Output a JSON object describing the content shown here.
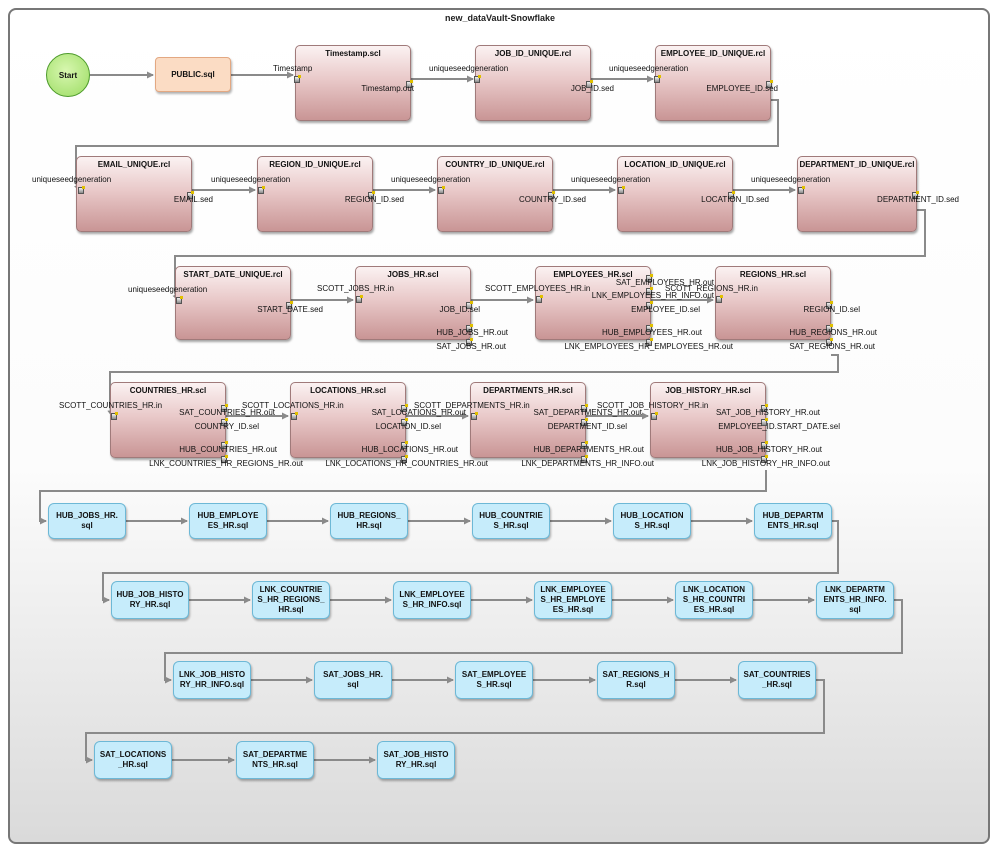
{
  "title": "new_dataVault-Snowflake",
  "start_label": "Start",
  "public_label": "PUBLIC.sql",
  "scl_nodes": [
    {
      "title": "Timestamp.scl",
      "inputs": [
        "Timestamp"
      ],
      "outputs": [
        "Timestamp.out"
      ]
    },
    {
      "title": "JOB_ID_UNIQUE.rcl",
      "inputs": [
        "uniqueseedgeneration"
      ],
      "outputs": [
        "JOB_ID.sed"
      ]
    },
    {
      "title": "EMPLOYEE_ID_UNIQUE.rcl",
      "inputs": [
        "uniqueseedgeneration"
      ],
      "outputs": [
        "EMPLOYEE_ID.sed"
      ]
    },
    {
      "title": "EMAIL_UNIQUE.rcl",
      "inputs": [
        "uniqueseedgeneration"
      ],
      "outputs": [
        "EMAIL.sed"
      ]
    },
    {
      "title": "REGION_ID_UNIQUE.rcl",
      "inputs": [
        "uniqueseedgeneration"
      ],
      "outputs": [
        "REGION_ID.sed"
      ]
    },
    {
      "title": "COUNTRY_ID_UNIQUE.rcl",
      "inputs": [
        "uniqueseedgeneration"
      ],
      "outputs": [
        "COUNTRY_ID.sed"
      ]
    },
    {
      "title": "LOCATION_ID_UNIQUE.rcl",
      "inputs": [
        "uniqueseedgeneration"
      ],
      "outputs": [
        "LOCATION_ID.sed"
      ]
    },
    {
      "title": "DEPARTMENT_ID_UNIQUE.rcl",
      "inputs": [
        "uniqueseedgeneration"
      ],
      "outputs": [
        "DEPARTMENT_ID.sed"
      ]
    },
    {
      "title": "START_DATE_UNIQUE.rcl",
      "inputs": [
        "uniqueseedgeneration"
      ],
      "outputs": [
        "START_DATE.sed"
      ]
    },
    {
      "title": "JOBS_HR.scl",
      "inputs": [
        "SCOTT_JOBS_HR.in"
      ],
      "outputs": [
        "JOB_ID.sel",
        "HUB_JOBS_HR.out",
        "SAT_JOBS_HR.out"
      ]
    },
    {
      "title": "EMPLOYEES_HR.scl",
      "inputs": [
        "SCOTT_EMPLOYEES_HR.in"
      ],
      "outputs": [
        "SAT_EMPLOYEES_HR.out",
        "LNK_EMPLOYEES_HR_INFO.out",
        "EMPLOYEE_ID.sel",
        "HUB_EMPLOYEES_HR.out",
        "LNK_EMPLOYEES_HR_EMPLOYEES_HR.out"
      ]
    },
    {
      "title": "REGIONS_HR.scl",
      "inputs": [
        "SCOTT_REGIONS_HR.in"
      ],
      "outputs": [
        "REGION_ID.sel",
        "HUB_REGIONS_HR.out",
        "SAT_REGIONS_HR.out"
      ]
    },
    {
      "title": "COUNTRIES_HR.scl",
      "inputs": [
        "SCOTT_COUNTRIES_HR.in"
      ],
      "outputs": [
        "SAT_COUNTRIES_HR.out",
        "COUNTRY_ID.sel",
        "HUB_COUNTRIES_HR.out",
        "LNK_COUNTRIES_HR_REGIONS_HR.out"
      ]
    },
    {
      "title": "LOCATIONS_HR.scl",
      "inputs": [
        "SCOTT_LOCATIONS_HR.in"
      ],
      "outputs": [
        "SAT_LOCATIONS_HR.out",
        "LOCATION_ID.sel",
        "HUB_LOCATIONS_HR.out",
        "LNK_LOCATIONS_HR_COUNTRIES_HR.out"
      ]
    },
    {
      "title": "DEPARTMENTS_HR.scl",
      "inputs": [
        "SCOTT_DEPARTMENTS_HR.in"
      ],
      "outputs": [
        "SAT_DEPARTMENTS_HR.out",
        "DEPARTMENT_ID.sel",
        "HUB_DEPARTMENTS_HR.out",
        "LNK_DEPARTMENTS_HR_INFO.out"
      ]
    },
    {
      "title": "JOB_HISTORY_HR.scl",
      "inputs": [
        "SCOTT_JOB_HISTORY_HR.in"
      ],
      "outputs": [
        "SAT_JOB_HISTORY_HR.out",
        "EMPLOYEE_ID.START_DATE.sel",
        "HUB_JOB_HISTORY_HR.out",
        "LNK_JOB_HISTORY_HR_INFO.out"
      ]
    }
  ],
  "sql_nodes": [
    "HUB_JOBS_HR.\nsql",
    "HUB_EMPLOYE\nES_HR.sql",
    "HUB_REGIONS_\nHR.sql",
    "HUB_COUNTRIE\nS_HR.sql",
    "HUB_LOCATION\nS_HR.sql",
    "HUB_DEPARTM\nENTS_HR.sql",
    "HUB_JOB_HISTO\nRY_HR.sql",
    "LNK_COUNTRIE\nS_HR_REGIONS_\nHR.sql",
    "LNK_EMPLOYEE\nS_HR_INFO.sql",
    "LNK_EMPLOYEE\nS_HR_EMPLOYE\nES_HR.sql",
    "LNK_LOCATION\nS_HR_COUNTRI\nES_HR.sql",
    "LNK_DEPARTM\nENTS_HR_INFO.\nsql",
    "LNK_JOB_HISTO\nRY_HR_INFO.sql",
    "SAT_JOBS_HR.\nsql",
    "SAT_EMPLOYEE\nS_HR.sql",
    "SAT_REGIONS_H\nR.sql",
    "SAT_COUNTRIES\n_HR.sql",
    "SAT_LOCATIONS\n_HR.sql",
    "SAT_DEPARTME\nNTS_HR.sql",
    "SAT_JOB_HISTO\nRY_HR.sql"
  ]
}
